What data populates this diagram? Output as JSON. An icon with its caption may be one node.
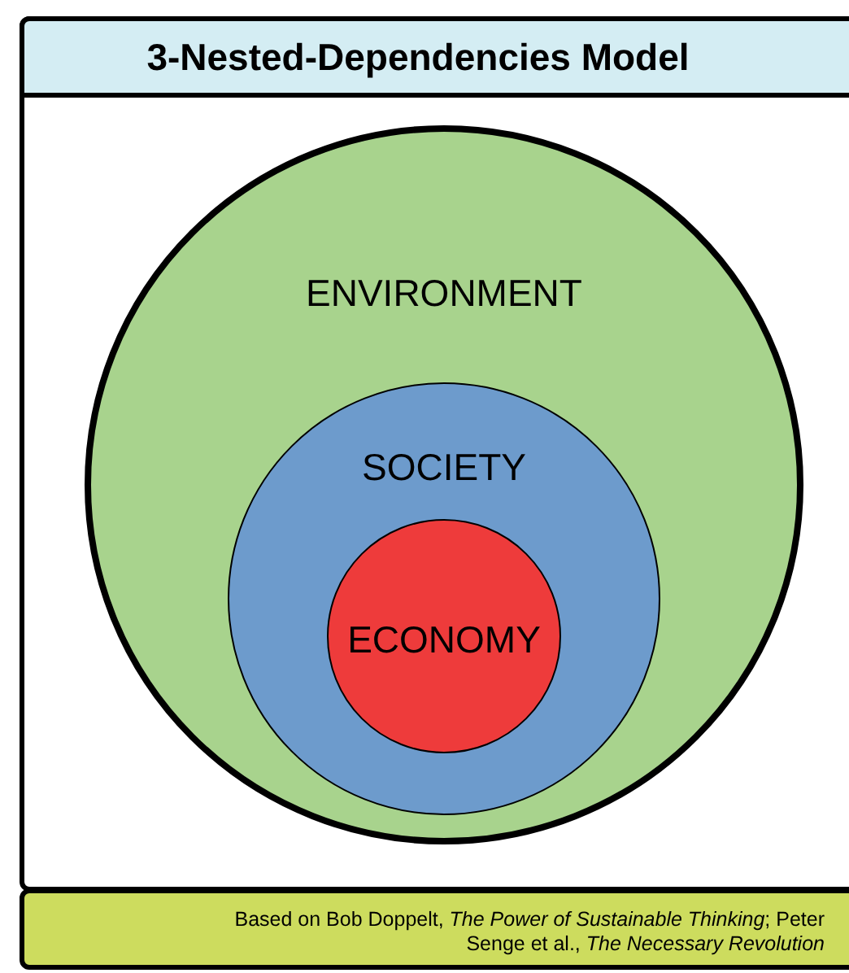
{
  "diagram": {
    "title": "3-Nested-Dependencies Model",
    "caption": "Based on Bob Doppelt, *The Power of Sustainable Thinking*; Peter Senge et al., *The Necessary Revolution*",
    "nodes": [
      {
        "text": [
          "ENVIRONMENT"
        ]
      },
      {
        "text": [
          "SOCIETY"
        ],
        "in": 0
      },
      {
        "text": [
          "ECONOMY"
        ],
        "in": 1
      }
    ]
  }
}
